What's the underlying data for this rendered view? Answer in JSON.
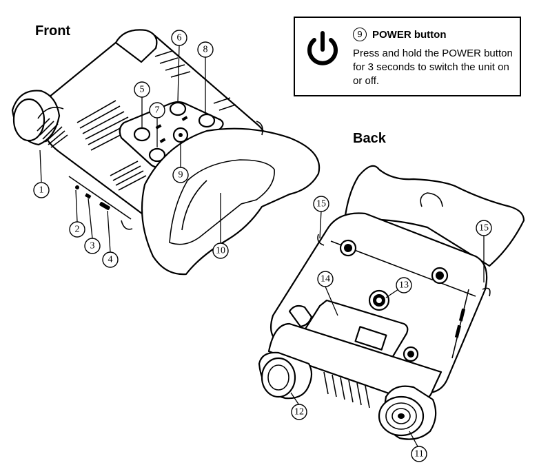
{
  "headings": {
    "front": "Front",
    "back": "Back"
  },
  "info_box": {
    "number": "9",
    "title": "POWER button",
    "description": "Press and hold the POWER button for 3 seconds to switch the unit on or off.",
    "icon": "power-icon"
  },
  "callouts": {
    "c1": "1",
    "c2": "2",
    "c3": "3",
    "c4": "4",
    "c5": "5",
    "c6": "6",
    "c7": "7",
    "c8": "8",
    "c9": "9",
    "c10": "10",
    "c11": "11",
    "c12": "12",
    "c13": "13",
    "c14": "14",
    "c15a": "15",
    "c15b": "15"
  }
}
